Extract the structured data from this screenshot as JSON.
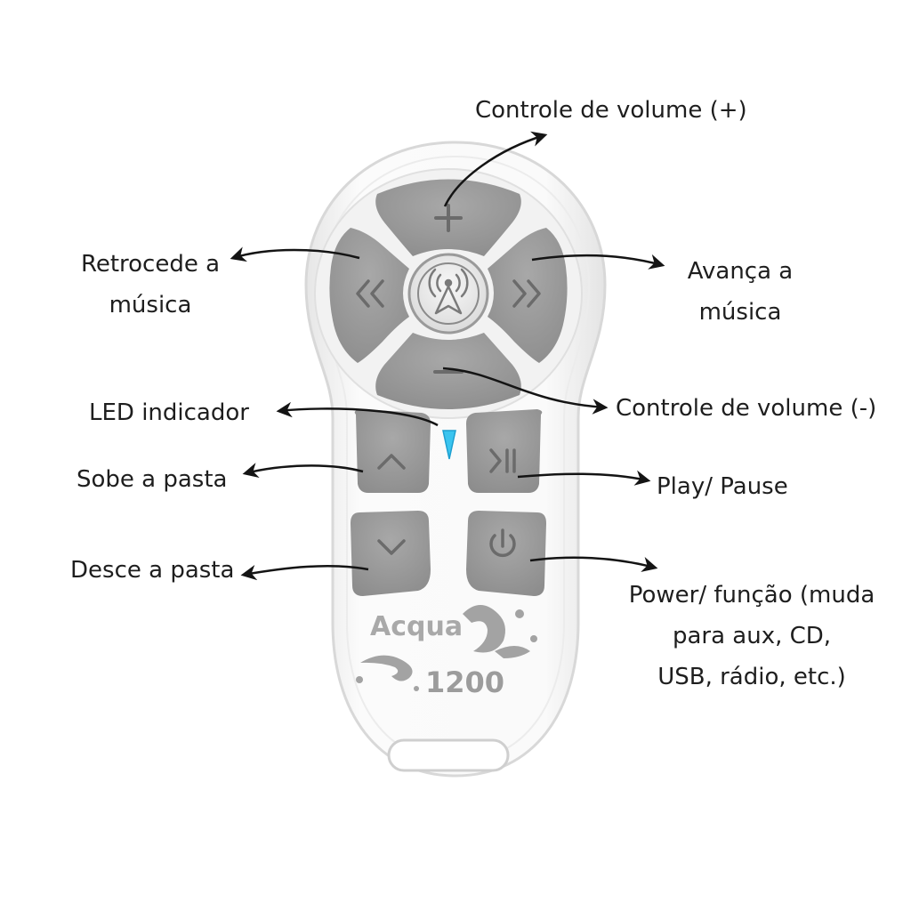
{
  "labels": {
    "volume_up": "Controle de volume (+)",
    "rewind": [
      "Retrocede a",
      "música"
    ],
    "forward": [
      "Avança a",
      "música"
    ],
    "volume_down": "Controle de volume (-)",
    "led": "LED indicador",
    "folder_up": "Sobe a pasta",
    "play_pause": "Play/ Pause",
    "folder_down": "Desce a pasta",
    "power": [
      "Power/ função (muda",
      "para aux, CD,",
      "USB, rádio, etc.)"
    ]
  },
  "brand": {
    "name": "Acqua",
    "model": "1200"
  },
  "icons": [
    "plus-icon",
    "minus-icon",
    "rewind-icon",
    "forward-icon",
    "antenna-icon",
    "chevron-up-icon",
    "chevron-down-icon",
    "play-pause-icon",
    "power-icon"
  ],
  "colors": {
    "body": "#f4f4f4",
    "body_edge": "#e2e2e2",
    "button": "#9b9b9b",
    "button_dark": "#888888",
    "icon": "#6b6b6b",
    "led": "#3ac4ef",
    "text": "#1e1e1e",
    "arrow": "#141414"
  }
}
